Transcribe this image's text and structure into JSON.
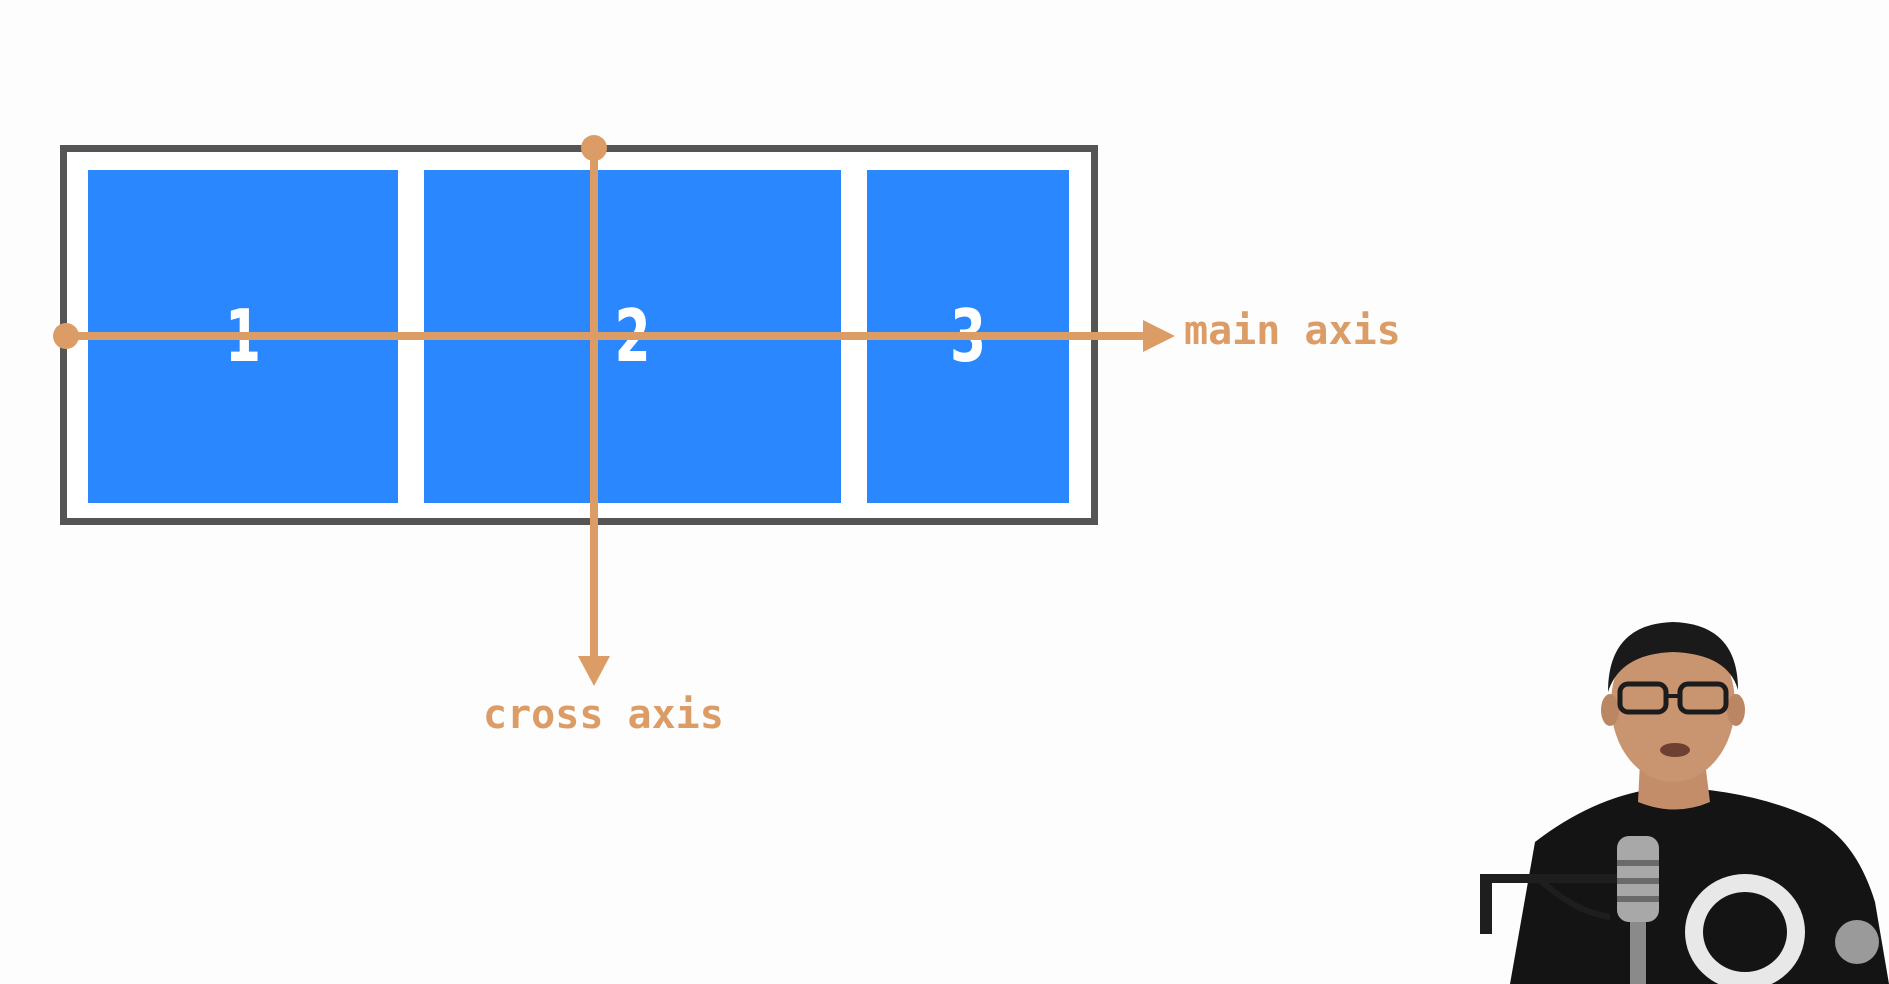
{
  "diagram": {
    "items": [
      {
        "label": "1"
      },
      {
        "label": "2"
      },
      {
        "label": "3"
      }
    ],
    "main_axis": {
      "label": "main axis"
    },
    "cross_axis": {
      "label": "cross axis"
    }
  },
  "colors": {
    "item_fill": "#2a87fd",
    "container_border": "#555555",
    "axis": "#dc9c66",
    "background": "#fdfdfd"
  },
  "presenter": {
    "icon": "presenter-webcam-icon"
  }
}
